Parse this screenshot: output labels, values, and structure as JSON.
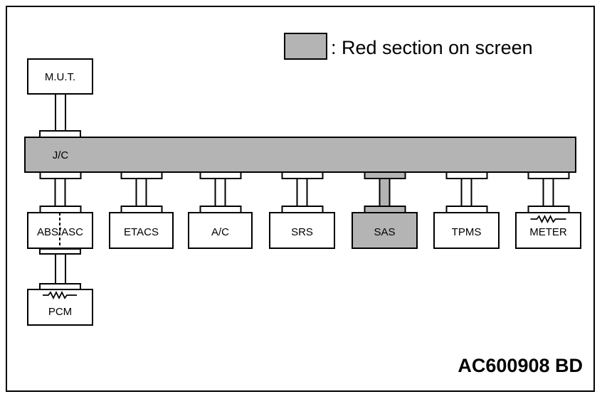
{
  "legend": {
    "text": ": Red section on screen",
    "swatch_color": "#b4b4b4"
  },
  "colors": {
    "line": "#000000",
    "box_fill": "#ffffff",
    "highlight_fill": "#b4b4b4"
  },
  "jc": {
    "label": "J/C",
    "highlighted": true
  },
  "mut": {
    "label": "M.U.T."
  },
  "modules": [
    {
      "id": "abs-asc",
      "label": "ABS/ASC",
      "highlighted": false
    },
    {
      "id": "etacs",
      "label": "ETACS",
      "highlighted": false
    },
    {
      "id": "ac",
      "label": "A/C",
      "highlighted": false
    },
    {
      "id": "srs",
      "label": "SRS",
      "highlighted": false
    },
    {
      "id": "sas",
      "label": "SAS",
      "highlighted": true
    },
    {
      "id": "tpms",
      "label": "TPMS",
      "highlighted": false
    },
    {
      "id": "meter",
      "label": "METER",
      "highlighted": false,
      "terminating_resistor": true
    }
  ],
  "pcm": {
    "label": "PCM",
    "terminating_resistor": true
  },
  "figure_code": "AC600908 BD"
}
